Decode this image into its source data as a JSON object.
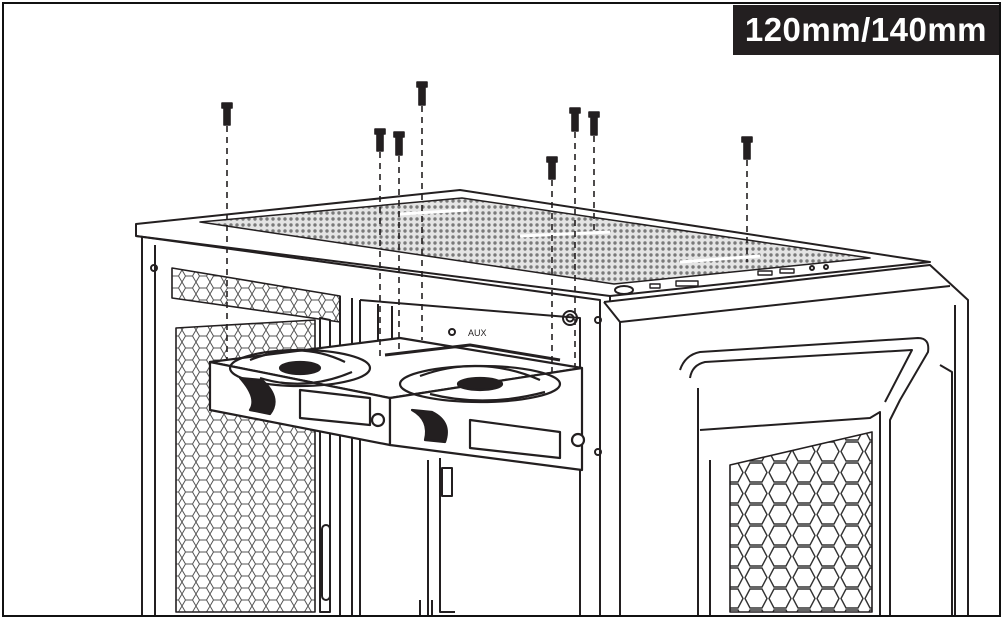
{
  "badge": {
    "text": "120mm/140mm"
  },
  "panel_label": {
    "text": "AUX"
  },
  "colors": {
    "ink": "#231f20",
    "badge_bg": "#231f20",
    "badge_text": "#ffffff",
    "mesh": "#6e6e6e"
  },
  "callouts": {
    "screw_count": 8
  }
}
